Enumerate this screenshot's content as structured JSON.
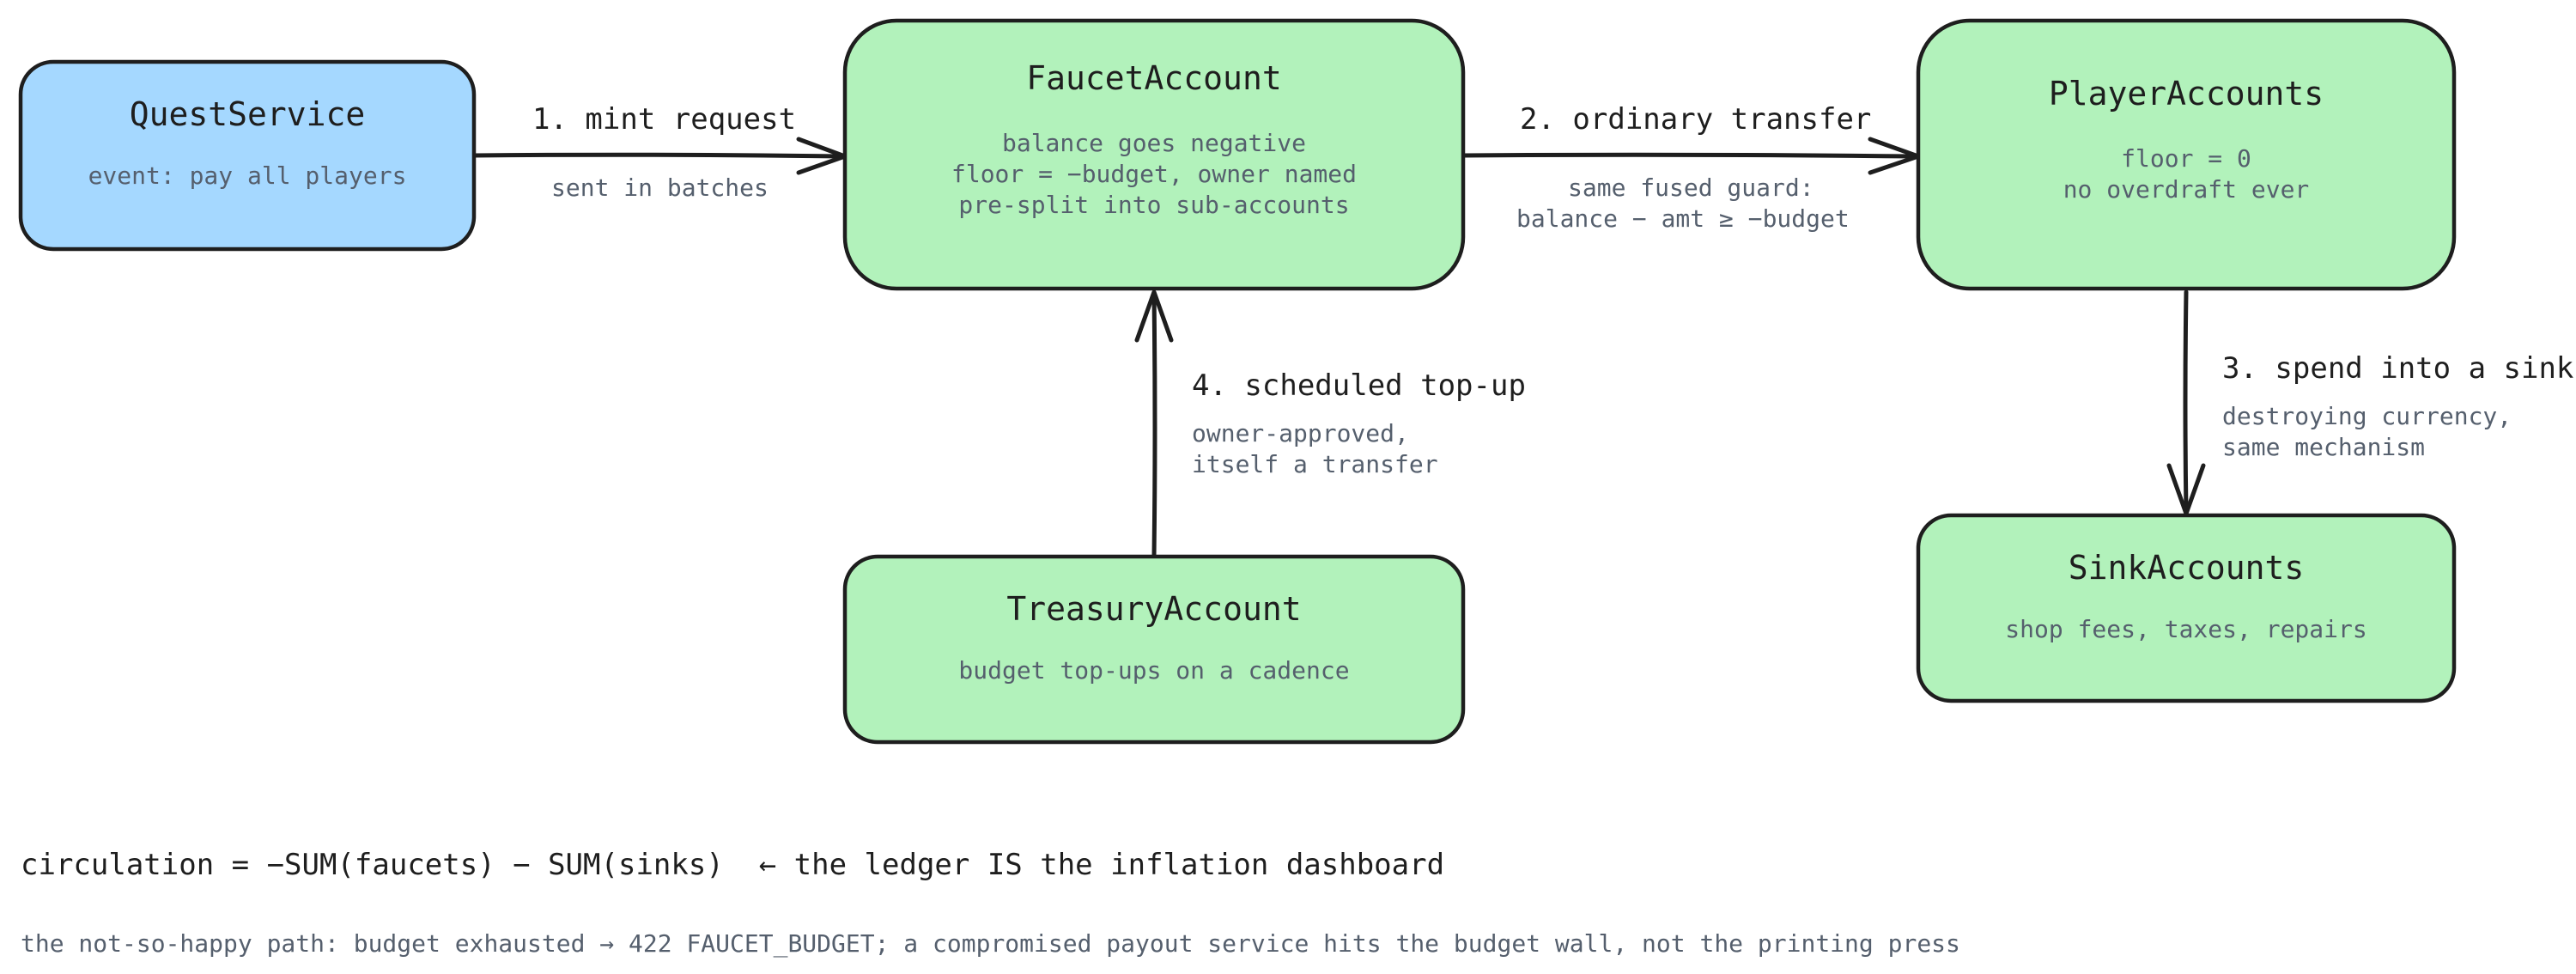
{
  "colors": {
    "service_fill": "#a5d8ff",
    "account_fill": "#b2f2bb",
    "stroke": "#1e1e1e",
    "muted_text": "#555f6d"
  },
  "nodes": {
    "quest_service": {
      "title": "QuestService",
      "lines": [
        "event: pay all players"
      ]
    },
    "faucet_account": {
      "title": "FaucetAccount",
      "lines": [
        "balance goes negative",
        "floor = −budget, owner named",
        "pre-split into sub-accounts"
      ]
    },
    "player_accounts": {
      "title": "PlayerAccounts",
      "lines": [
        "floor = 0",
        "no overdraft ever"
      ]
    },
    "treasury_account": {
      "title": "TreasuryAccount",
      "lines": [
        "budget top-ups on a cadence"
      ]
    },
    "sink_accounts": {
      "title": "SinkAccounts",
      "lines": [
        "shop fees, taxes, repairs"
      ]
    }
  },
  "edges": {
    "mint_request": {
      "label": "1. mint request",
      "notes": [
        "sent in batches"
      ]
    },
    "ordinary_transfer": {
      "label": "2. ordinary transfer",
      "notes": [
        "same fused guard:",
        "balance − amt ≥ −budget"
      ]
    },
    "spend_into_sink": {
      "label": "3. spend into a sink",
      "notes": [
        "destroying currency,",
        "same mechanism"
      ]
    },
    "scheduled_topup": {
      "label": "4. scheduled top-up",
      "notes": [
        "owner-approved,",
        "itself a transfer"
      ]
    }
  },
  "footer": {
    "formula": "circulation = −SUM(faucets) − SUM(sinks)  ← the ledger IS the inflation dashboard",
    "note": "the not-so-happy path: budget exhausted → 422 FAUCET_BUDGET; a compromised payout service hits the budget wall, not the printing press"
  }
}
